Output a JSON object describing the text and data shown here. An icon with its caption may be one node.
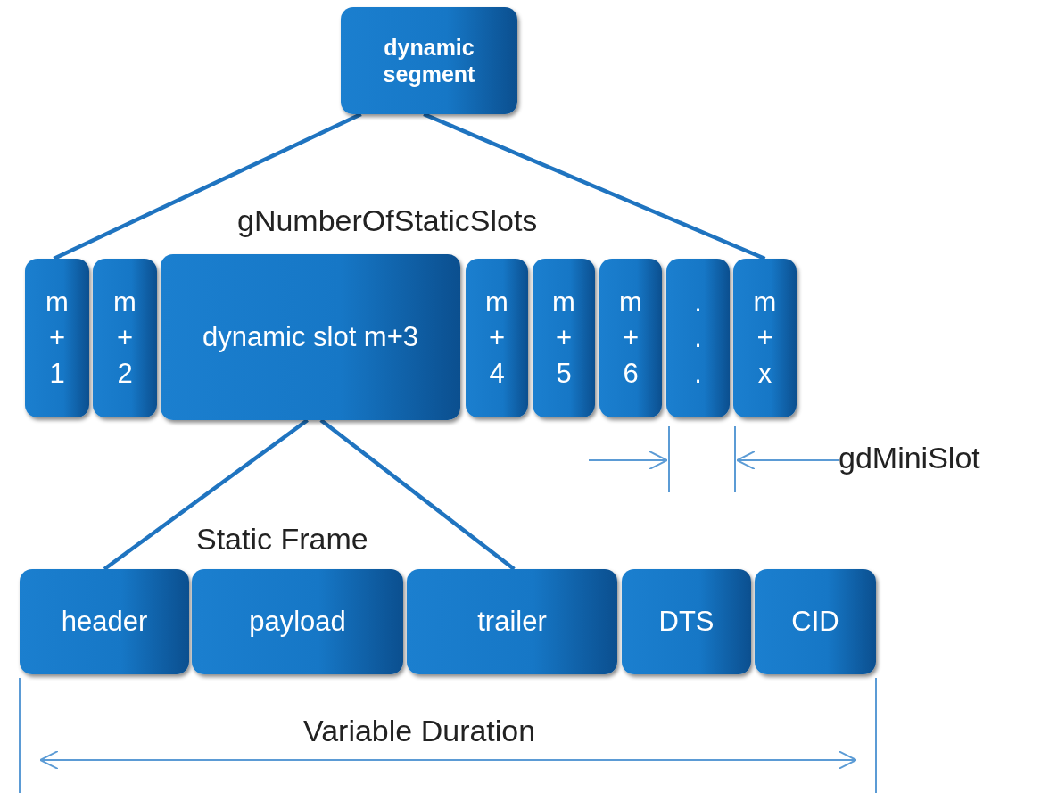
{
  "diagram": {
    "nodes": [
      {
        "text": [
          "dynamic segment"
        ]
      },
      {
        "text": [
          "m + 1"
        ]
      },
      {
        "text": [
          "m + 2"
        ]
      },
      {
        "text": [
          "dynamic slot m+3"
        ]
      },
      {
        "text": [
          "m + 4"
        ]
      },
      {
        "text": [
          "m + 5"
        ]
      },
      {
        "text": [
          "m + 6"
        ]
      },
      {
        "text": [
          ". . ."
        ]
      },
      {
        "text": [
          "m + x"
        ]
      },
      {
        "text": [
          "header"
        ]
      },
      {
        "text": [
          "payload"
        ]
      },
      {
        "text": [
          "trailer"
        ]
      },
      {
        "text": [
          "DTS"
        ]
      },
      {
        "text": [
          "CID"
        ]
      }
    ],
    "edges": [
      {
        "from": 0,
        "to": 1,
        "arrow": "none"
      },
      {
        "from": 0,
        "to": 8,
        "arrow": "none"
      },
      {
        "from": 3,
        "to": 9,
        "arrow": "none"
      },
      {
        "from": 3,
        "to": 11,
        "arrow": "none"
      }
    ],
    "labels": [
      "gNumberOfStaticSlots",
      "gdMiniSlot",
      "Static Frame",
      "Variable Duration"
    ]
  }
}
